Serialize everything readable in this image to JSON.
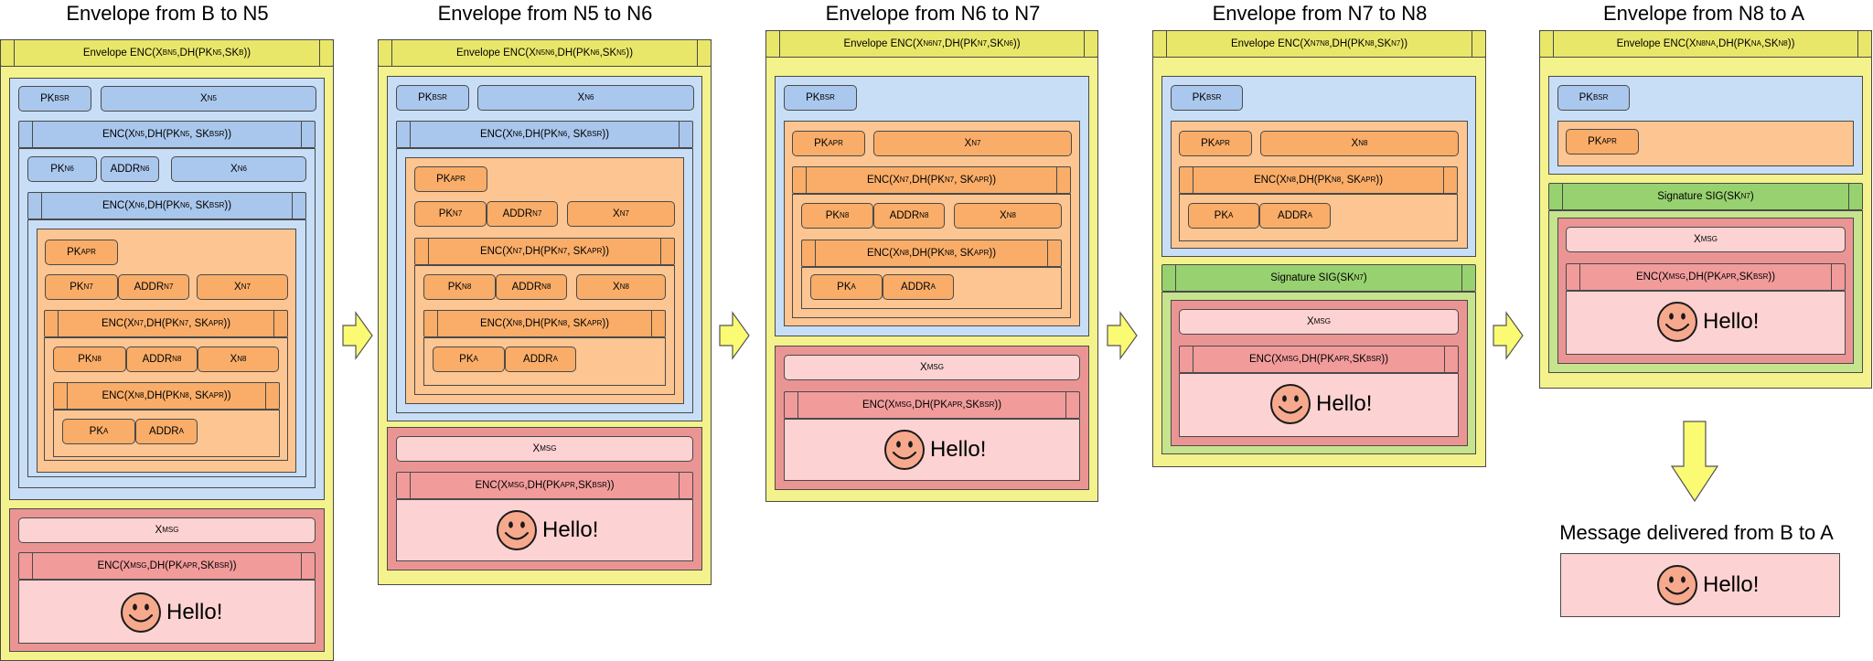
{
  "panels": [
    {
      "title": "Envelope from B to N5",
      "outer": [
        "Envelope ENC(X",
        "BN5",
        ",DH(PK",
        "N5",
        ",SK",
        "B",
        "))"
      ],
      "pk_bsr": [
        "PK",
        "BSR"
      ],
      "x": [
        "X",
        "N5"
      ],
      "enc1": [
        "ENC(X",
        "N5",
        ",DH(PK",
        "N5",
        ", SK",
        "BSR",
        "))"
      ],
      "pk_n6": [
        "PK",
        "N6"
      ],
      "addr_n6": [
        "ADDR",
        "N6"
      ],
      "x_n6": [
        "X",
        "N6"
      ],
      "enc2": [
        "ENC(X",
        "N6",
        ",DH(PK",
        "N6",
        ", SK",
        "BSR",
        "))"
      ],
      "pk_apr": [
        "PK",
        "APR"
      ],
      "pk_n7": [
        "PK",
        "N7"
      ],
      "addr_n7": [
        "ADDR",
        "N7"
      ],
      "x_n7": [
        "X",
        "N7"
      ],
      "enc3": [
        "ENC(X",
        "N7",
        ",DH(PK",
        "N7",
        ", SK",
        "APR",
        "))"
      ],
      "pk_n8": [
        "PK",
        "N8"
      ],
      "addr_n8": [
        "ADDR",
        "N8"
      ],
      "x_n8": [
        "X",
        "N8"
      ],
      "enc4": [
        "ENC(X",
        "N8",
        ",DH(PK",
        "N8",
        ", SK",
        "APR",
        "))"
      ],
      "pk_a": [
        "PK",
        "A"
      ],
      "addr_a": [
        "ADDR",
        "A"
      ],
      "xmsg": [
        "X",
        "MSG"
      ],
      "enc_msg": [
        "ENC(X",
        "MSG",
        ",DH(PK",
        "APR",
        ",SK",
        "BSR",
        "))"
      ],
      "hello": "Hello!"
    },
    {
      "title": "Envelope from N5 to N6",
      "outer": [
        "Envelope ENC(X",
        "N5N6",
        ",DH(PK",
        "N6",
        ",SK",
        "N5",
        "))"
      ],
      "pk_bsr": [
        "PK",
        "BSR"
      ],
      "x": [
        "X",
        "N6"
      ],
      "enc1": [
        "ENC(X",
        "N6",
        ",DH(PK",
        "N6",
        ", SK",
        "BSR",
        "))"
      ],
      "pk_apr": [
        "PK",
        "APR"
      ],
      "pk_n7": [
        "PK",
        "N7"
      ],
      "addr_n7": [
        "ADDR",
        "N7"
      ],
      "x_n7": [
        "X",
        "N7"
      ],
      "enc3": [
        "ENC(X",
        "N7",
        ",DH(PK",
        "N7",
        ", SK",
        "APR",
        "))"
      ],
      "pk_n8": [
        "PK",
        "N8"
      ],
      "addr_n8": [
        "ADDR",
        "N8"
      ],
      "x_n8": [
        "X",
        "N8"
      ],
      "enc4": [
        "ENC(X",
        "N8",
        ",DH(PK",
        "N8",
        ", SK",
        "APR",
        "))"
      ],
      "pk_a": [
        "PK",
        "A"
      ],
      "addr_a": [
        "ADDR",
        "A"
      ],
      "xmsg": [
        "X",
        "MSG"
      ],
      "enc_msg": [
        "ENC(X",
        "MSG",
        ",DH(PK",
        "APR",
        ",SK",
        "BSR",
        "))"
      ],
      "hello": "Hello!"
    },
    {
      "title": "Envelope from N6 to N7",
      "outer": [
        "Envelope ENC(X",
        "N6N7",
        ",DH(PK",
        "N7",
        ",SK",
        "N6",
        "))"
      ],
      "pk_bsr": [
        "PK",
        "BSR"
      ],
      "pk_apr": [
        "PK",
        "APR"
      ],
      "x_n7": [
        "X",
        "N7"
      ],
      "enc3": [
        "ENC(X",
        "N7",
        ",DH(PK",
        "N7",
        ", SK",
        "APR",
        "))"
      ],
      "pk_n8": [
        "PK",
        "N8"
      ],
      "addr_n8": [
        "ADDR",
        "N8"
      ],
      "x_n8": [
        "X",
        "N8"
      ],
      "enc4": [
        "ENC(X",
        "N8",
        ",DH(PK",
        "N8",
        ", SK",
        "APR",
        "))"
      ],
      "pk_a": [
        "PK",
        "A"
      ],
      "addr_a": [
        "ADDR",
        "A"
      ],
      "xmsg": [
        "X",
        "MSG"
      ],
      "enc_msg": [
        "ENC(X",
        "MSG",
        ",DH(PK",
        "APR",
        ",SK",
        "BSR",
        "))"
      ],
      "hello": "Hello!"
    },
    {
      "title": "Envelope from N7 to N8",
      "outer": [
        "Envelope ENC(X",
        "N7N8",
        ",DH(PK",
        "N8",
        ",SK",
        "N7",
        "))"
      ],
      "pk_bsr": [
        "PK",
        "BSR"
      ],
      "pk_apr": [
        "PK",
        "APR"
      ],
      "x_n8": [
        "X",
        "N8"
      ],
      "enc4": [
        "ENC(X",
        "N8",
        ",DH(PK",
        "N8",
        ", SK",
        "APR",
        "))"
      ],
      "pk_a": [
        "PK",
        "A"
      ],
      "addr_a": [
        "ADDR",
        "A"
      ],
      "sig": [
        "Signature SIG(SK",
        "N7",
        ")"
      ],
      "xmsg": [
        "X",
        "MSG"
      ],
      "enc_msg": [
        "ENC(X",
        "MSG",
        ",DH(PK",
        "APR",
        ",SK",
        "BSR",
        "))"
      ],
      "hello": "Hello!"
    },
    {
      "title": "Envelope from N8 to A",
      "outer": [
        "Envelope ENC(X",
        "N8NA",
        ",DH(PK",
        "NA",
        ",SK",
        "N8",
        "))"
      ],
      "pk_bsr": [
        "PK",
        "BSR"
      ],
      "pk_apr": [
        "PK",
        "APR"
      ],
      "sig": [
        "Signature SIG(SK",
        "N7",
        ")"
      ],
      "xmsg": [
        "X",
        "MSG"
      ],
      "enc_msg": [
        "ENC(X",
        "MSG",
        ",DH(PK",
        "APR",
        ",SK",
        "BSR",
        "))"
      ],
      "hello": "Hello!"
    }
  ],
  "delivered": {
    "title": "Message delivered from B to A",
    "hello": "Hello!"
  },
  "colors": {
    "yellow": "#f4f28c",
    "blue": "#c8def7",
    "orange": "#fcc592",
    "green": "#c6e38e",
    "pink": "#fcd2d2",
    "arrow": "#fafa73"
  },
  "icons": {
    "smiley": "smiley-face-icon",
    "arrow": "right-arrow-icon",
    "down": "down-arrow-icon"
  }
}
